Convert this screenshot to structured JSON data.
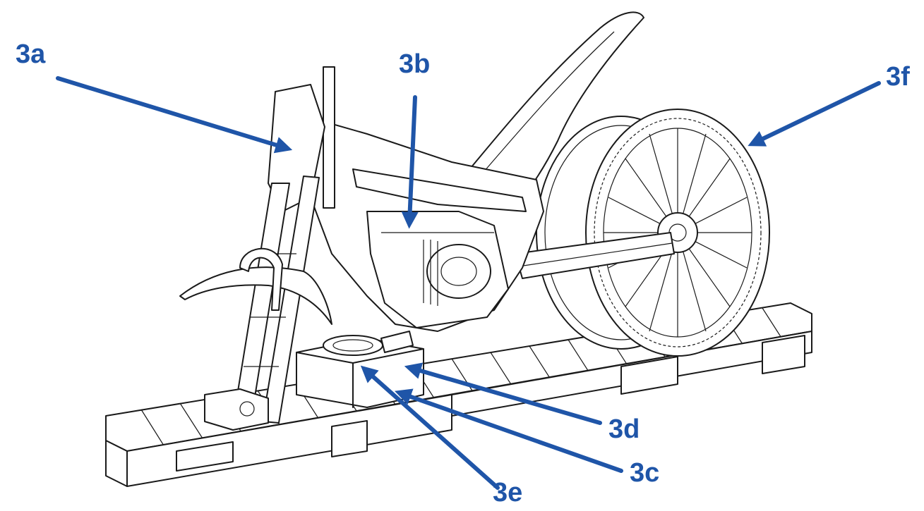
{
  "colors": {
    "callout": "#1f55a8",
    "ink": "#1a1a1a",
    "background": "#ffffff"
  },
  "callouts": [
    {
      "id": "3a",
      "text": "3a"
    },
    {
      "id": "3b",
      "text": "3b"
    },
    {
      "id": "3c",
      "text": "3c"
    },
    {
      "id": "3d",
      "text": "3d"
    },
    {
      "id": "3e",
      "text": "3e"
    },
    {
      "id": "3f",
      "text": "3f"
    }
  ]
}
